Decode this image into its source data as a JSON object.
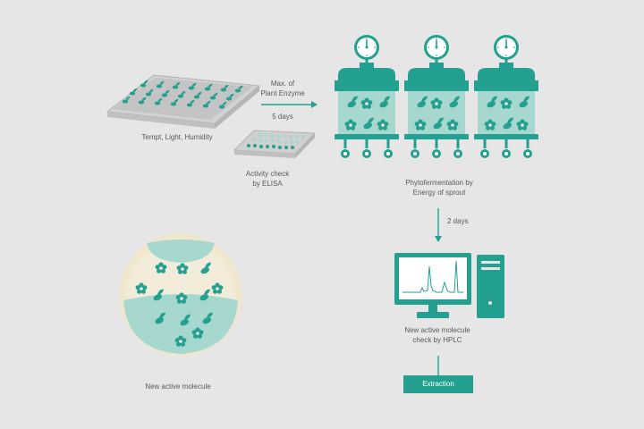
{
  "colors": {
    "background": "#e6e6e6",
    "teal": "#23a08f",
    "teal_dark": "#178577",
    "teal_light": "#a6d8cf",
    "text": "#5a5a5a"
  },
  "labels": {
    "tray": "Tempt, Light, Humidity",
    "arrow_top_line1": "Max. of",
    "arrow_top_line2": "Plant Enzyme",
    "arrow_days": "5 days",
    "elisa_line1": "Activity check",
    "elisa_line2": "by ELISA",
    "ferment_line1": "Phytofermentation by",
    "ferment_line2": "Energy of sprout",
    "down_days": "2 days",
    "hplc_line1": "New active molecule",
    "hplc_line2": "check by HPLC",
    "extraction": "Extraction",
    "molecule": "New active molecule"
  },
  "icons": {
    "tank_gauge": "gauge-icon",
    "sprout": "sprout-icon",
    "flower": "flower-icon",
    "computer": "computer-icon",
    "bowl": "bowl-icon"
  }
}
